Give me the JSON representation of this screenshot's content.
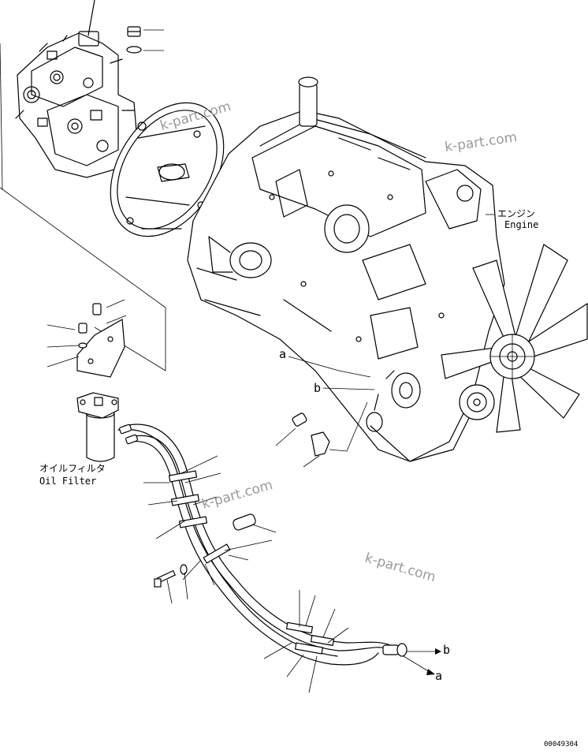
{
  "labels": {
    "engine_jp": "エンジン",
    "engine_en": "Engine",
    "oil_filter_jp": "オイルフィルタ",
    "oil_filter_en": "Oil Filter",
    "ref_a_upper": "a",
    "ref_b_upper": "b",
    "ref_b_lower": "b",
    "ref_a_lower": "a"
  },
  "watermarks": [
    "k-part.com",
    "k-part.com",
    "k-part.com",
    "k-part.com"
  ],
  "drawing_code": "00049304",
  "colors": {
    "ink": "#000000",
    "paper": "#ffffff",
    "watermark": "#9a9a9a"
  }
}
